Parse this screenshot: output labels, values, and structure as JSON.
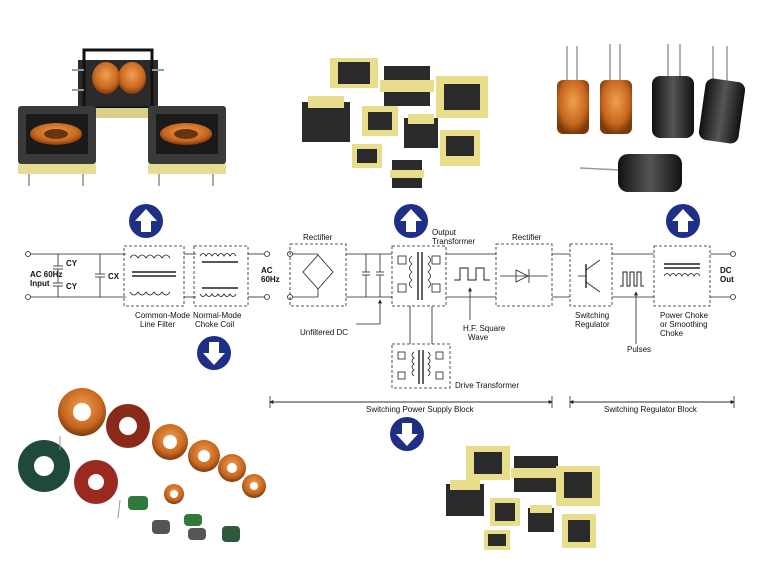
{
  "labels": {
    "ac_input": [
      "AC 60Hz",
      "Input"
    ],
    "cy_top": "CY",
    "cy_bottom": "CY",
    "cx": "CX",
    "common_mode": [
      "Common-Mode",
      "Line Filter"
    ],
    "normal_mode": [
      "Normal-Mode",
      "Choke Coil"
    ],
    "ac_60hz": [
      "AC",
      "60Hz"
    ],
    "rectifier_1": "Rectifier",
    "unfiltered_dc": "Unfiltered DC",
    "output_transformer": [
      "Output",
      "Transformer"
    ],
    "rectifier_2": "Rectifier",
    "hf_square_wave": [
      "H.F. Square",
      "Wave"
    ],
    "switching_regulator": [
      "Switching",
      "Regulator"
    ],
    "pulses": "Pulses",
    "power_choke": [
      "Power Choke",
      "or Smoothing",
      "Choke"
    ],
    "dc_out": [
      "DC",
      "Out"
    ],
    "drive_transformer": "Drive Transformer",
    "switching_power_supply_block": "Switching Power Supply Block",
    "switching_regulator_block": "Switching Regulator Block"
  },
  "arrows": [
    {
      "id": "arrow-up-left",
      "direction": "up"
    },
    {
      "id": "arrow-up-center",
      "direction": "up"
    },
    {
      "id": "arrow-up-right",
      "direction": "up"
    },
    {
      "id": "arrow-down-left",
      "direction": "down"
    },
    {
      "id": "arrow-down-center",
      "direction": "down"
    }
  ],
  "colors": {
    "arrow_fill": "#1f2f86",
    "copper": "#c7661e",
    "bobbin": "#e8dd8a",
    "ferrite": "#2a2a2a"
  }
}
